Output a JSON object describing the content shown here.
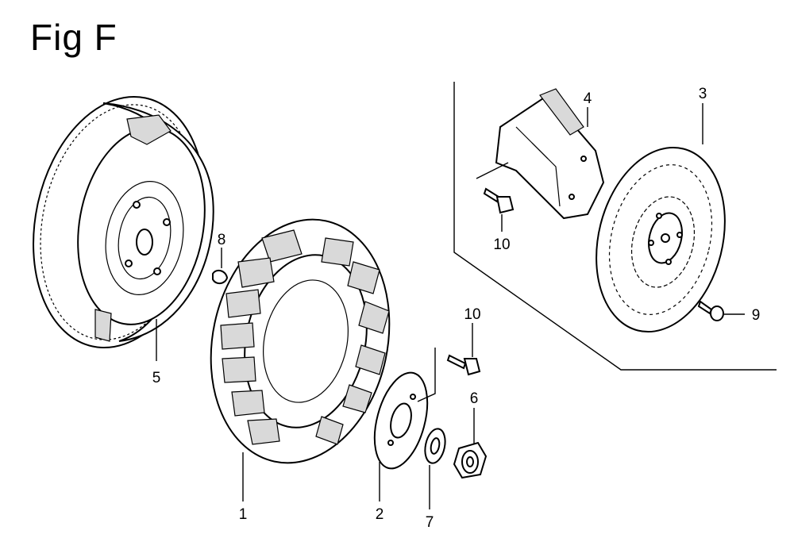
{
  "figure": {
    "title": "Fig F"
  },
  "callouts": {
    "p1": "1",
    "p2": "2",
    "p3": "3",
    "p4": "4",
    "p5": "5",
    "p6": "6",
    "p7": "7",
    "p8": "8",
    "p9": "9",
    "p10a": "10",
    "p10b": "10"
  }
}
